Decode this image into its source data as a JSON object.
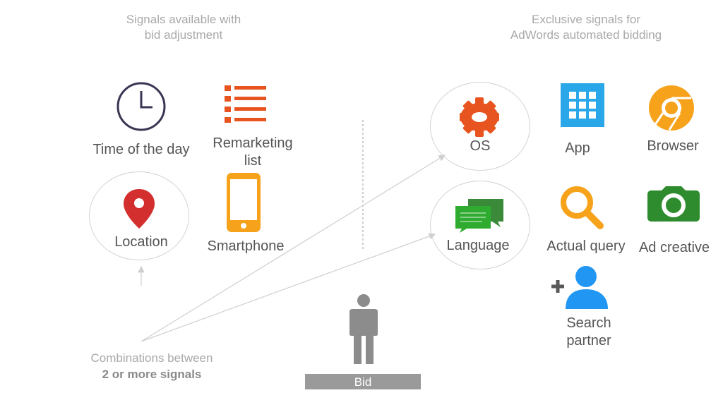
{
  "left_header": [
    "Signals available with",
    "bid adjustment"
  ],
  "right_header": [
    "Exclusive signals for",
    "AdWords automated bidding"
  ],
  "signals_left": {
    "time": "Time of the day",
    "remarketing": [
      "Remarketing",
      "list"
    ],
    "location": "Location",
    "smartphone": "Smartphone"
  },
  "signals_right": {
    "os": "OS",
    "app": "App",
    "browser": "Browser",
    "language": "Language",
    "query": "Actual query",
    "creative": "Ad creative",
    "search_partner": [
      "Search",
      "partner"
    ]
  },
  "combinations": {
    "line1": "Combinations between",
    "line2": "2 or more signals"
  },
  "bid_label": "Bid",
  "colors": {
    "clock": "#3b3553",
    "remarketing": "#e8541f",
    "location_pin": "#d32f2f",
    "smartphone": "#f6a21a",
    "os_gear": "#e8541f",
    "app": "#2aa7e8",
    "browser": "#f6a21a",
    "language": "#2e9c3f",
    "query": "#f6a21a",
    "creative": "#2e8b2e",
    "search_partner": "#2196f3",
    "person": "#8c8c8c"
  },
  "icons": [
    "clock-icon",
    "list-icon",
    "location-pin-icon",
    "smartphone-icon",
    "gear-icon",
    "app-grid-icon",
    "browser-icon",
    "chat-bubbles-icon",
    "magnifier-icon",
    "camera-icon",
    "person-plus-icon",
    "person-icon"
  ]
}
